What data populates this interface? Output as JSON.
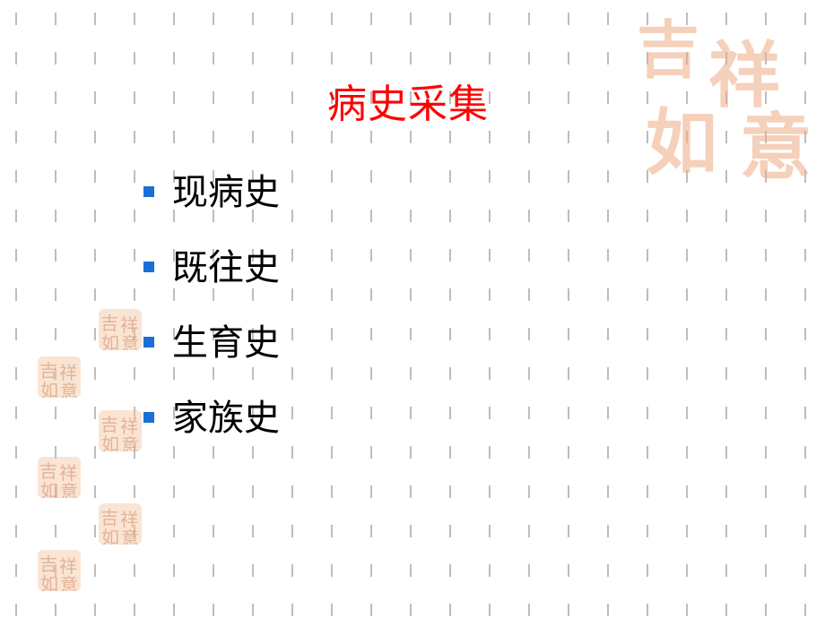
{
  "slide": {
    "title": "病史采集",
    "items": [
      {
        "label": "现病史"
      },
      {
        "label": "既往史"
      },
      {
        "label": "生育史"
      },
      {
        "label": "家族史"
      }
    ]
  },
  "decor": {
    "seal_text": "吉祥如意",
    "bullet_color": "#1a6fd6",
    "title_color": "#ff0000",
    "seal_color": "#f5c4a0"
  }
}
